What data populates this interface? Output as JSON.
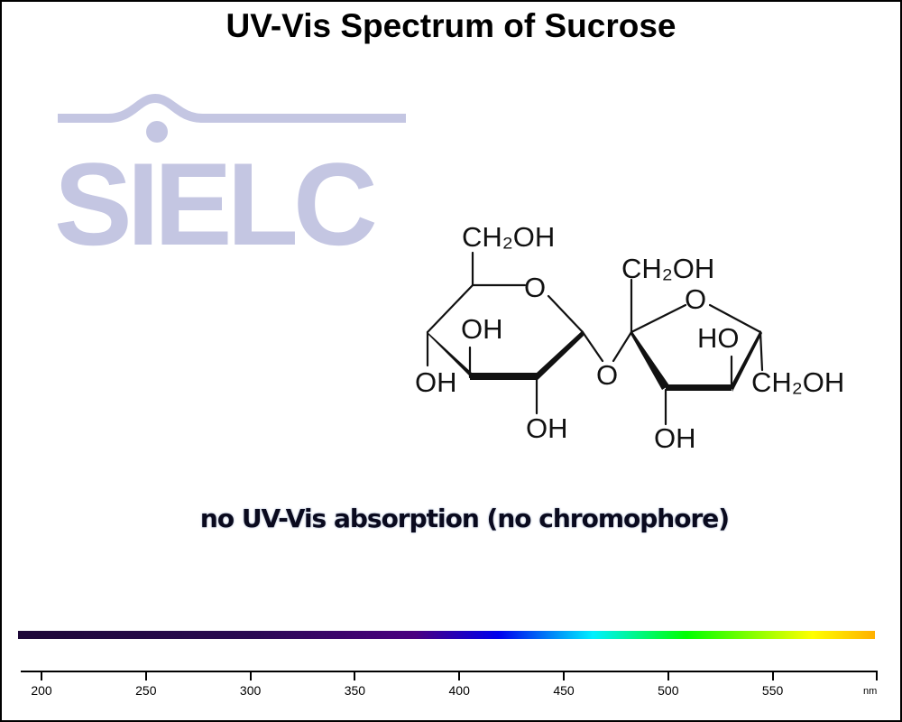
{
  "title": "UV-Vis Spectrum of Sucrose",
  "logo": {
    "text": "SIELC",
    "color": "#c4c6e2"
  },
  "molecule": {
    "name": "Sucrose",
    "labels": {
      "g_ch2oh": "CH₂OH",
      "g_ring_o": "O",
      "g_oh_top": "OH",
      "g_oh_left": "OH",
      "g_oh_bottom": "OH",
      "bridge_o": "O",
      "f_ch2oh_top": "CH₂OH",
      "f_ring_o": "O",
      "f_ho": "HO",
      "f_ch2oh_right": "CH₂OH",
      "f_oh_bottom": "OH"
    }
  },
  "note": "no UV-Vis absorption (no chromophore)",
  "axis": {
    "ticks": [
      "200",
      "250",
      "300",
      "350",
      "400",
      "450",
      "500",
      "550"
    ],
    "unit": "nm"
  },
  "chart_data": {
    "type": "line",
    "title": "UV-Vis Spectrum of Sucrose",
    "xlabel": "nm",
    "ylabel": "",
    "xlim": [
      190,
      600
    ],
    "x_ticks": [
      200,
      250,
      300,
      350,
      400,
      450,
      500,
      550
    ],
    "series": [],
    "annotations": [
      "no UV-Vis absorption (no chromophore)"
    ],
    "spectrum_colorbar": {
      "range_nm": [
        190,
        600
      ],
      "stops": [
        {
          "nm": 190,
          "color": "#1e0838"
        },
        {
          "nm": 300,
          "color": "#2a0a52"
        },
        {
          "nm": 380,
          "color": "#4b0080"
        },
        {
          "nm": 420,
          "color": "#0000ee"
        },
        {
          "nm": 465,
          "color": "#00f0ff"
        },
        {
          "nm": 510,
          "color": "#00ff00"
        },
        {
          "nm": 570,
          "color": "#ffff00"
        },
        {
          "nm": 600,
          "color": "#ffb000"
        }
      ]
    },
    "grid": false,
    "legend": null
  }
}
